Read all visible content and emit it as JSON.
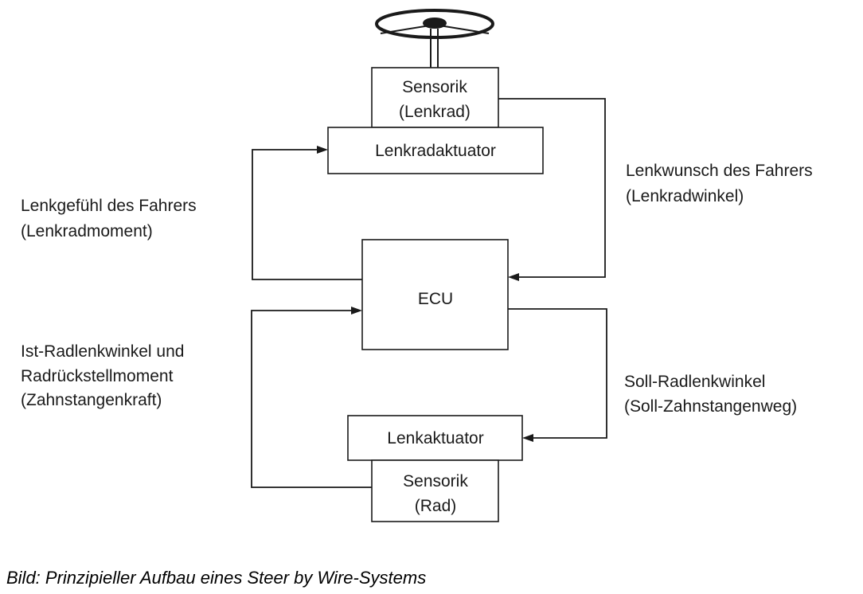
{
  "boxes": {
    "sensor_steering": {
      "line1": "Sensorik",
      "line2": "(Lenkrad)"
    },
    "steering_actuator": {
      "label": "Lenkradaktuator"
    },
    "ecu": {
      "label": "ECU"
    },
    "wheel_actuator": {
      "label": "Lenkaktuator"
    },
    "sensor_wheel": {
      "line1": "Sensorik",
      "line2": "(Rad)"
    }
  },
  "labels": {
    "driver_feel": {
      "line1": "Lenkgefühl des Fahrers",
      "line2": "(Lenkradmoment)"
    },
    "driver_request": {
      "line1": "Lenkwunsch des Fahrers",
      "line2": "(Lenkradwinkel)"
    },
    "actual_angle": {
      "line1": "Ist-Radlenkwinkel und",
      "line2": "Radrückstellmoment",
      "line3": "(Zahnstangenkraft)"
    },
    "target_angle": {
      "line1": "Soll-Radlenkwinkel",
      "line2": "(Soll-Zahnstangenweg)"
    }
  },
  "caption": "Bild: Prinzipieller Aufbau eines Steer by Wire-Systems",
  "icons": {
    "steering_wheel": "steering-wheel-icon"
  },
  "colors": {
    "stroke": "#1a1a1a",
    "background": "#ffffff"
  }
}
